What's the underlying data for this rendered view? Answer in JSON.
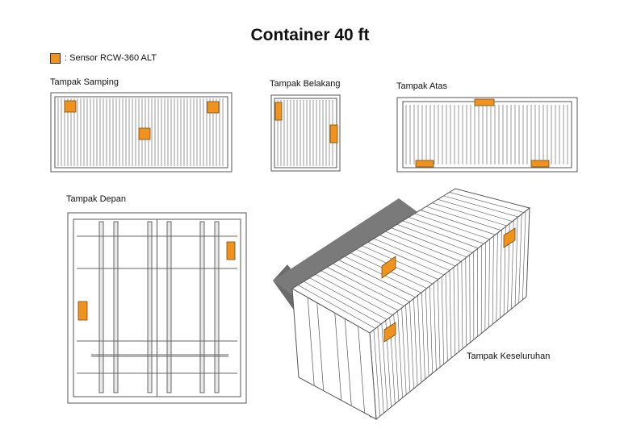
{
  "title": "Container 40 ft",
  "legend": {
    "text": ": Sensor RCW-360 ALT",
    "icon": "sensor-square-icon"
  },
  "views": {
    "side": "Tampak Samping",
    "rear": "Tampak Belakang",
    "top": "Tampak Atas",
    "front": "Tampak Depan",
    "overall": "Tampak Keseluruhan"
  },
  "colors": {
    "sensor": "#F0921E",
    "sensor_border": "#7a4a10",
    "line": "#555555",
    "shadow": "#6b6b6b"
  }
}
